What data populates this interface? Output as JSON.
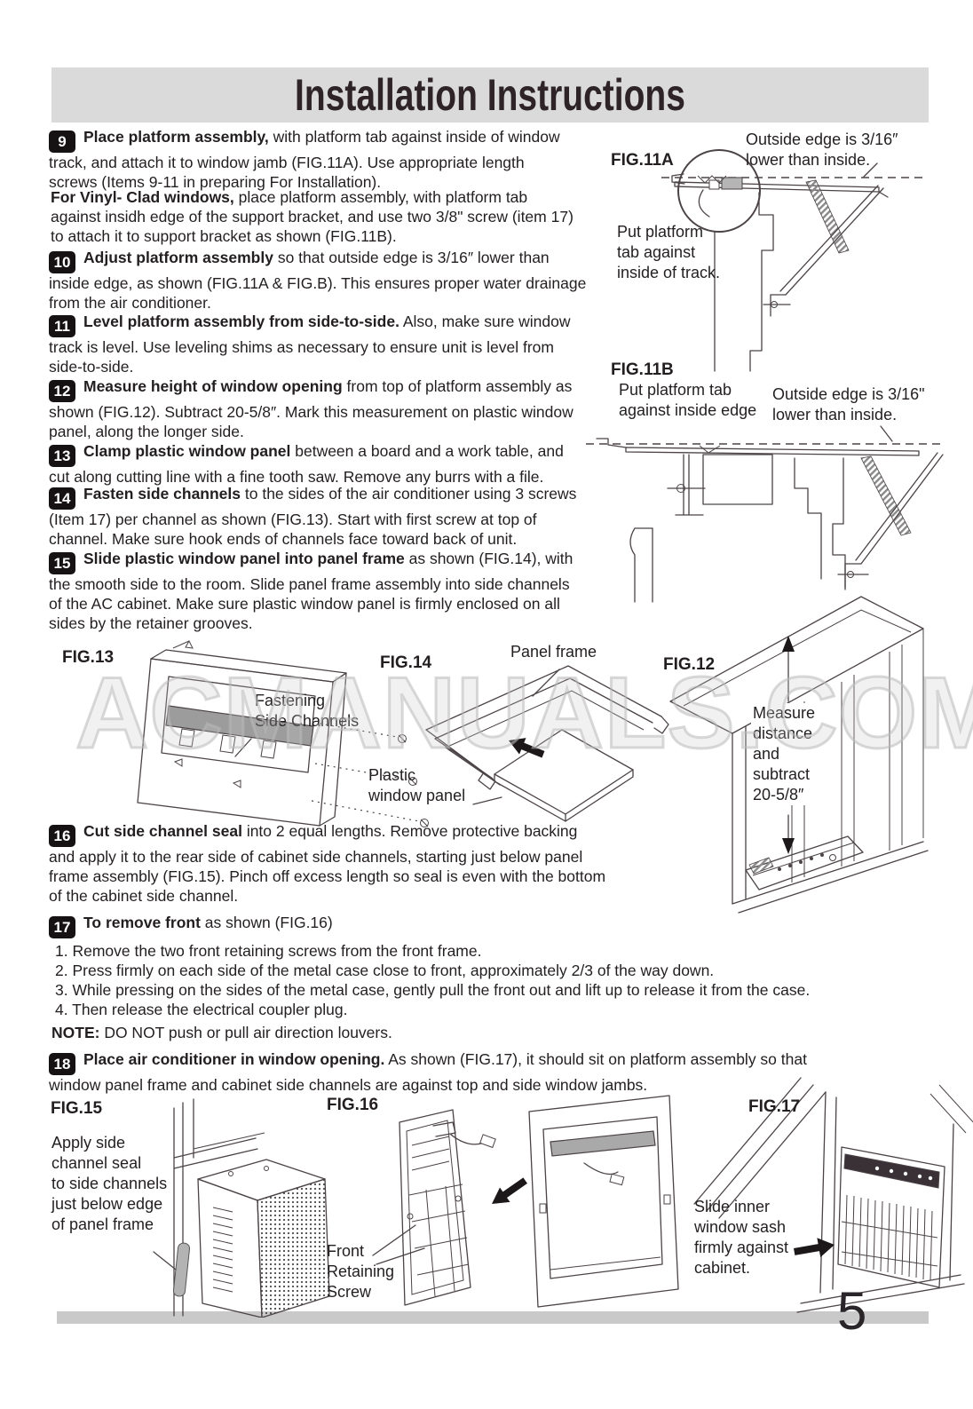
{
  "page": {
    "title": "Installation Instructions",
    "number": "5",
    "watermark": "ACMANUALS.COM"
  },
  "steps": {
    "s9": {
      "num": "9",
      "bold": "Place platform assembly,",
      "text": " with platform tab against inside of window\ntrack, and attach it to window jamb (FIG.11A). Use appropriate length\nscrews (Items 9-11 in preparing For Installation)."
    },
    "s9b": {
      "bold": "For Vinyl- Clad windows,",
      "text": " place platform assembly, with platform tab\nagainst insidh edge of the support bracket, and use two 3/8\" screw (item 17)\nto attach it to support bracket as shown (FIG.11B)."
    },
    "s10": {
      "num": "10",
      "bold": "Adjust platform assembly",
      "text": " so that outside edge is 3/16″ lower than\ninside edge, as shown (FIG.11A & FIG.B). This ensures proper water drainage\nfrom the air conditioner."
    },
    "s11": {
      "num": "11",
      "bold": "Level platform assembly from side-to-side.",
      "text": " Also, make sure window\ntrack is level. Use leveling shims as necessary to ensure unit is level from\nside-to-side."
    },
    "s12": {
      "num": "12",
      "bold": "Measure height of window opening",
      "text": " from top of platform assembly as\nshown (FIG.12). Subtract 20-5/8″. Mark this measurement on plastic window\npanel, along the longer side."
    },
    "s13": {
      "num": "13",
      "bold": "Clamp plastic window panel",
      "text": " between a board and a work table, and\ncut along cutting line with a fine tooth saw. Remove any burrs with a file."
    },
    "s14": {
      "num": "14",
      "bold": "Fasten side channels",
      "text": " to the sides of the air conditioner using 3 screws\n(Item 17) per channel as shown (FIG.13). Start with first screw at top of\nchannel. Make sure hook ends of channels face toward back of unit."
    },
    "s15": {
      "num": "15",
      "bold": "Slide plastic window panel into panel frame",
      "text": " as shown (FIG.14), with\nthe smooth side to the room. Slide panel frame assembly into side channels\nof the AC cabinet. Make sure plastic window panel is firmly enclosed on all\nsides by the retainer grooves."
    },
    "s16": {
      "num": "16",
      "bold": "Cut side channel seal",
      "text": " into 2 equal lengths. Remove protective backing\nand apply it to the rear side of cabinet side channels, starting just below panel\nframe assembly (FIG.15). Pinch off excess length so seal is even with the bottom\nof the cabinet side channel."
    },
    "s17": {
      "num": "17",
      "bold": "To remove front",
      "text": " as shown (FIG.16)",
      "items": [
        "1.  Remove the two front retaining screws from the front frame.",
        "2.  Press firmly on each side of the metal case close to front, approximately 2/3 of the way down.",
        "3.  While pressing on the sides of the metal case, gently pull the front out and lift up to release it from the case.",
        "4.  Then release the electrical coupler plug."
      ]
    },
    "note": {
      "bold": "NOTE:",
      "text": " DO NOT push or pull air direction louvers."
    },
    "s18": {
      "num": "18",
      "bold": "Place air conditioner in window opening.",
      "text": "  As shown (FIG.17), it should sit on platform assembly so that\nwindow panel frame and cabinet side channels are against top and side window jambs."
    }
  },
  "figures": {
    "fig11a": {
      "label": "FIG.11A",
      "note_outside": "Outside edge is 3/16″\nlower than inside.",
      "note_tab": "Put platform\ntab against\ninside of track."
    },
    "fig11b": {
      "label": "FIG.11B",
      "note_tab": "Put platform tab\nagainst inside edge",
      "note_outside": "Outside edge is 3/16\"\nlower than inside."
    },
    "fig12": {
      "label": "FIG.12",
      "note_measure": "Measure\ndistance\nand\nsubtract\n20-5/8″"
    },
    "fig13": {
      "label": "FIG.13",
      "note_channels": "Fastening\nSide Channels"
    },
    "fig14": {
      "label": "FIG.14",
      "note_frame": "Panel frame",
      "note_panel": "Plastic\nwindow panel"
    },
    "fig15": {
      "label": "FIG.15",
      "note_seal": "Apply side\nchannel seal\nto side channels\njust below edge\nof panel frame"
    },
    "fig16": {
      "label": "FIG.16",
      "note_screw": "Front\nRetaining\nScrew"
    },
    "fig17": {
      "label": "FIG.17",
      "note_sash": "Slide inner\nwindow sash\nfirmly against\ncabinet."
    }
  }
}
